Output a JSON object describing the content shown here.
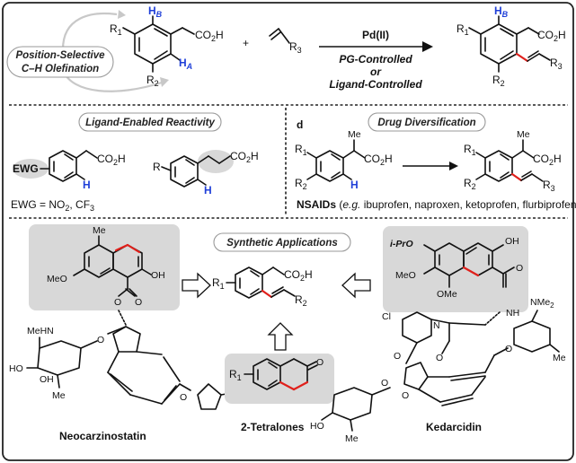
{
  "top": {
    "label_position_selective": "Position-Selective",
    "label_ch_olefination": "C–H Olefination",
    "h_b": "H",
    "h_b_sub": "B",
    "h_a": "H",
    "h_a_sub": "A",
    "r1": "R",
    "r1_sub": "1",
    "r2": "R",
    "r2_sub": "2",
    "co2h": "CO",
    "co2h_sub": "2",
    "co2h_end": "H",
    "plus": "+",
    "r3": "R",
    "r3_sub": "3",
    "catalyst": "Pd(II)",
    "cond_line1": "PG-Controlled",
    "cond_line2": "or",
    "cond_line3": "Ligand-Controlled"
  },
  "ligand_panel": {
    "title": "Ligand-Enabled Reactivity",
    "ewg": "EWG",
    "h": "H",
    "r": "R",
    "ewg_note": "EWG = NO",
    "ewg_note_sub": "2",
    "ewg_note_end": ", CF",
    "ewg_note_sub2": "3"
  },
  "drug_panel": {
    "letter": "d",
    "title": "Drug Diversification",
    "me": "Me",
    "nsaids": "NSAIDs",
    "examples_open": " (",
    "examples_eg": "e.g.",
    "examples_list": " ibuprofen, naproxen, ketoprofen, flurbiprofen)"
  },
  "applications": {
    "title": "Synthetic Applications",
    "neocarzinostatin": "Neocarzinostatin",
    "tetralones": "2-Tetralones",
    "kedarcidin": "Kedarcidin",
    "me": "Me",
    "meo": "MeO",
    "oh": "OH",
    "o": "O",
    "meHN": "MeHN",
    "ho": "HO",
    "i_pro": "i-PrO",
    "ome": "OMe",
    "nh": "NH",
    "nme2": "NMe",
    "nme2_sub": "2",
    "cl": "Cl",
    "n": "N",
    "r2": "R",
    "r2_sub": "2"
  }
}
